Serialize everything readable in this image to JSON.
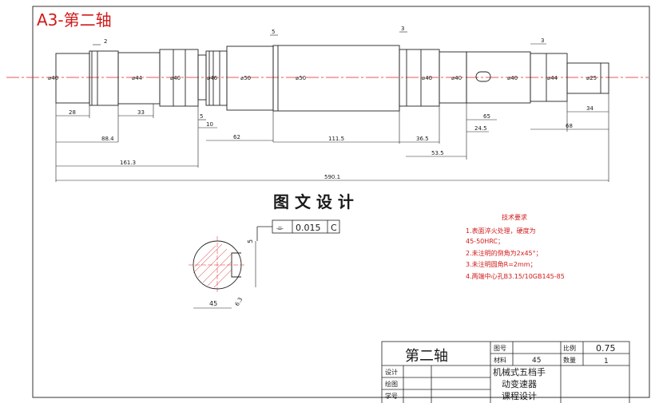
{
  "sheet_label": "A3-第二轴",
  "section_heading": "图 文 设 计",
  "shaft_diameters": [
    "⌀40",
    "⌀44",
    "⌀40",
    "⌀46",
    "⌀50",
    "⌀50",
    "⌀40",
    "⌀40",
    "⌀40",
    "⌀44",
    "⌀25"
  ],
  "dimensions": {
    "d28": "28",
    "d33": "33",
    "d88": "88.4",
    "d161": "161.3",
    "d5": "5",
    "d10": "10",
    "d62": "62",
    "d111": "111.5",
    "d36": "36.5",
    "d53": "53.5",
    "d24": "24.5",
    "d65": "65",
    "d68": "68",
    "d34": "34",
    "d3a": "3",
    "d3b": "3",
    "d2": "2",
    "d5top": "5",
    "total": "590.1"
  },
  "tolerance_frame": {
    "symbol": "⌯",
    "value": "0.015",
    "datum": "C"
  },
  "section_dims": {
    "width": "45",
    "keyway": "5",
    "roughness": "6.3"
  },
  "tech_requirements": {
    "title": "技术要求",
    "items": [
      "1.表面淬火处理，硬度为",
      "45-50HRC；",
      "2.未注明的倒角为2x45°；",
      "3.未注明圆角R=2mm；",
      "4.两端中心孔B3.15/10GB145-85"
    ]
  },
  "title_block": {
    "part_name": "第二轴",
    "drawing_no_label": "图号",
    "scale_label": "比例",
    "scale_value": "0.75",
    "material_label": "材料",
    "material_value": "45",
    "quantity_label": "数量",
    "quantity_value": "1",
    "design_label": "设计",
    "draw_label": "绘图",
    "student_no_label": "学号",
    "project_lines": [
      "机械式五档手",
      "动变速器",
      "课程设计"
    ]
  }
}
